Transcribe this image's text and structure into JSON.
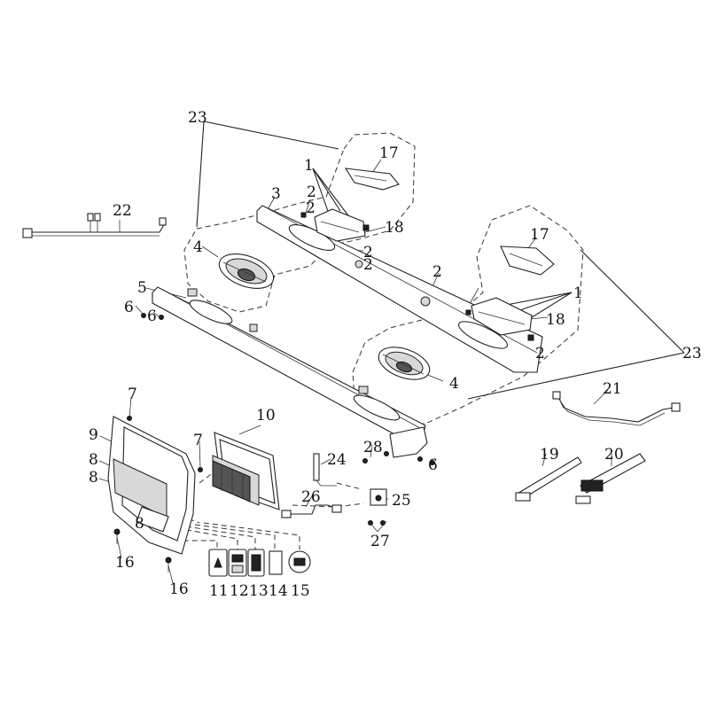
{
  "callouts": [
    {
      "text": "23"
    },
    {
      "text": "17"
    },
    {
      "text": "1"
    },
    {
      "text": "3"
    },
    {
      "text": "2"
    },
    {
      "text": "2"
    },
    {
      "text": "18"
    },
    {
      "text": "22"
    },
    {
      "text": "4"
    },
    {
      "text": "2"
    },
    {
      "text": "2"
    },
    {
      "text": "5"
    },
    {
      "text": "6"
    },
    {
      "text": "6"
    },
    {
      "text": "17"
    },
    {
      "text": "2"
    },
    {
      "text": "1"
    },
    {
      "text": "18"
    },
    {
      "text": "2"
    },
    {
      "text": "23"
    },
    {
      "text": "4"
    },
    {
      "text": "7"
    },
    {
      "text": "10"
    },
    {
      "text": "9"
    },
    {
      "text": "7"
    },
    {
      "text": "8"
    },
    {
      "text": "8"
    },
    {
      "text": "8"
    },
    {
      "text": "24"
    },
    {
      "text": "28"
    },
    {
      "text": "6"
    },
    {
      "text": "26"
    },
    {
      "text": "25"
    },
    {
      "text": "27"
    },
    {
      "text": "21"
    },
    {
      "text": "19"
    },
    {
      "text": "20"
    },
    {
      "text": "16"
    },
    {
      "text": "16"
    },
    {
      "text": "11"
    },
    {
      "text": "12"
    },
    {
      "text": "13"
    },
    {
      "text": "14"
    },
    {
      "text": "15"
    }
  ]
}
